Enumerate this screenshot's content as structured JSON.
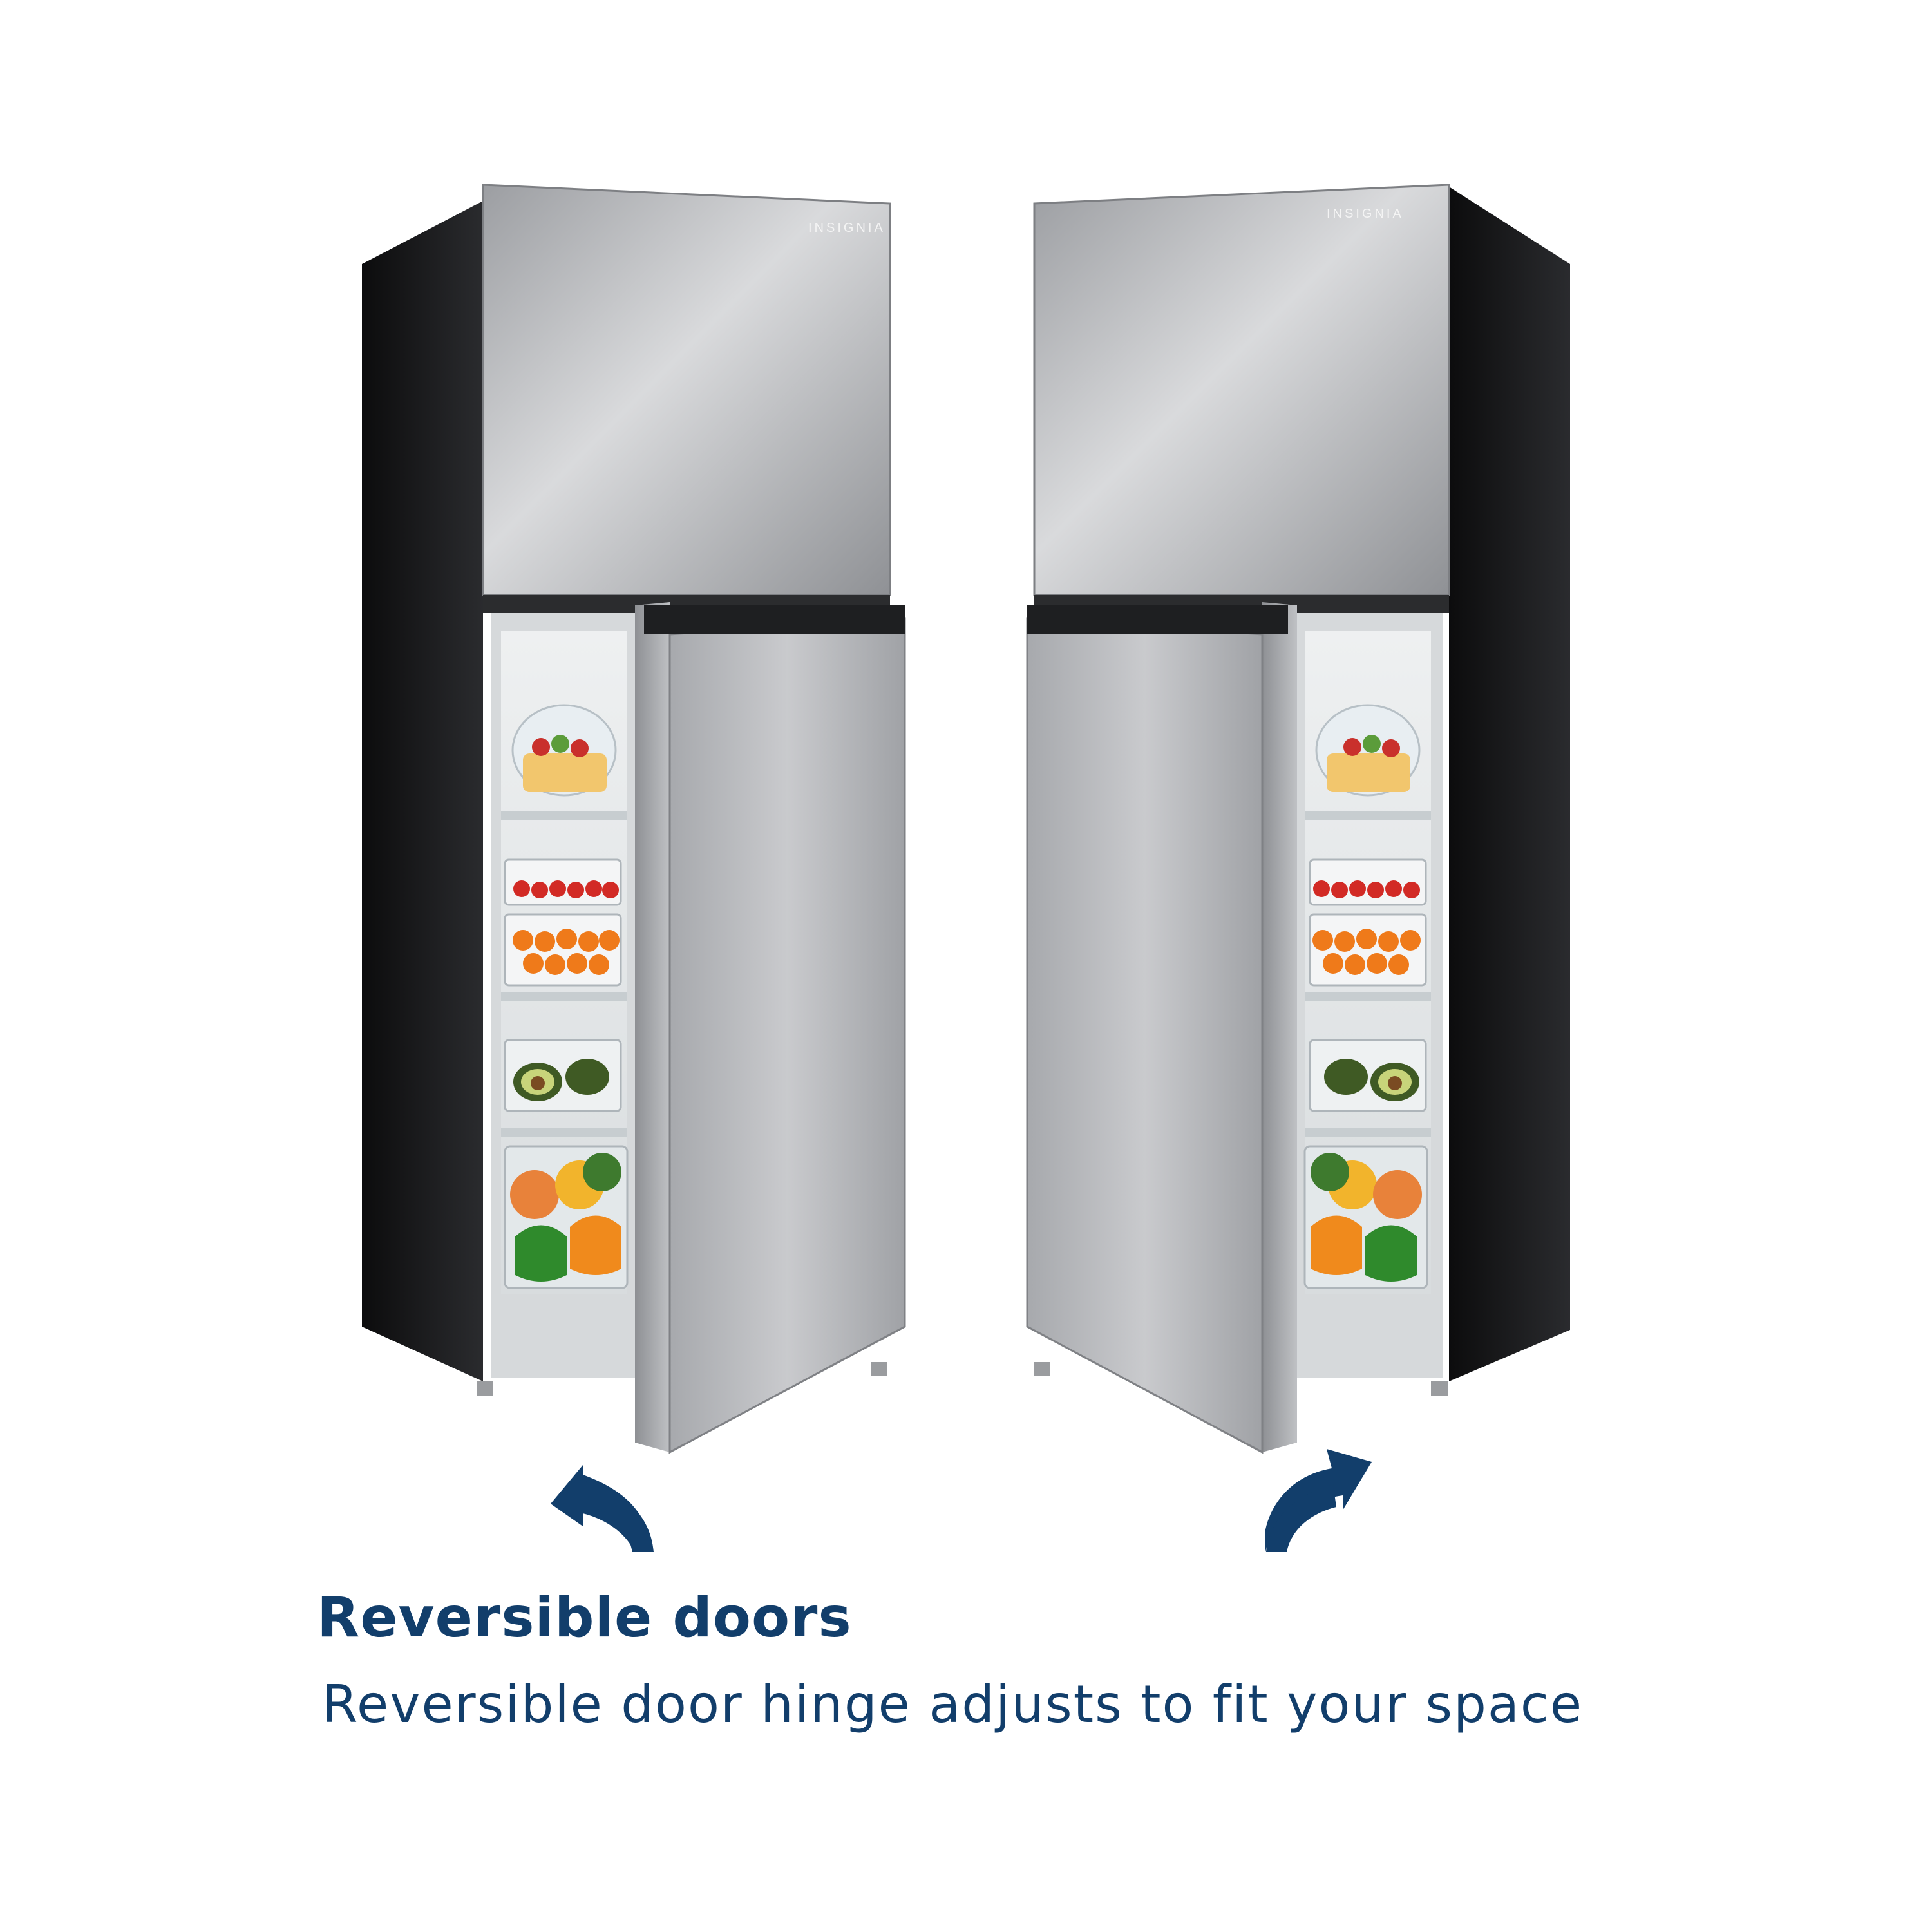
{
  "colors": {
    "accent": "#123e6b",
    "steel_light": "#d4d5d7",
    "steel_dark": "#8d8f93",
    "cabinet_black": "#1b1c1e"
  },
  "fridge_left": {
    "brand": "INSIGNIA",
    "door_hinge": "left-opening",
    "arrow_icon": "curved-arrow-counterclockwise-icon"
  },
  "fridge_right": {
    "brand": "INSIGNIA",
    "door_hinge": "right-opening",
    "arrow_icon": "curved-arrow-clockwise-icon"
  },
  "caption": {
    "headline": "Reversible doors",
    "subline": "Reversible door hinge adjusts to fit your space"
  }
}
